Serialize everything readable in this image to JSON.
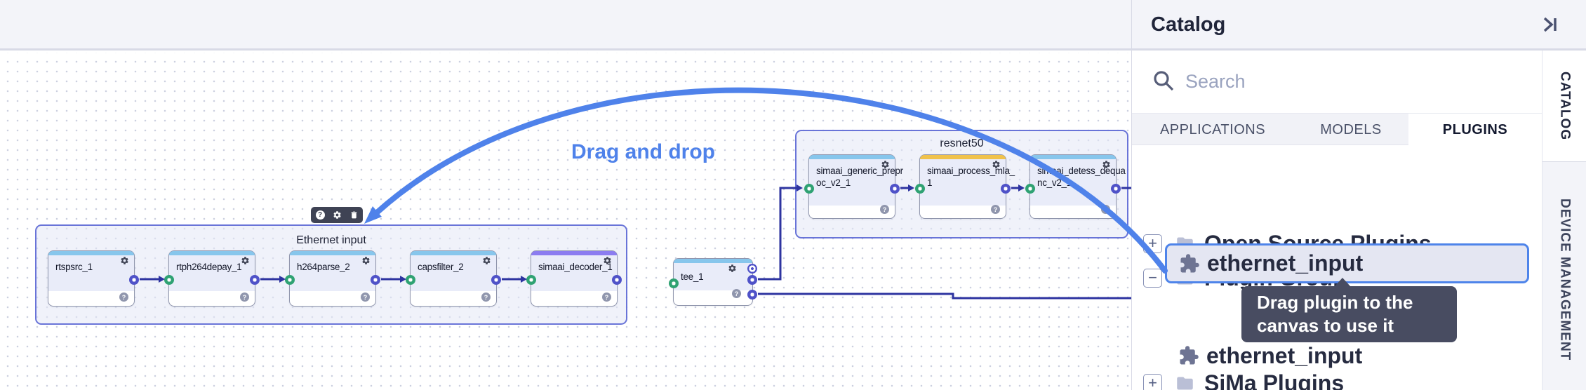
{
  "ui": {
    "help_glyph": "?"
  },
  "canvas": {
    "drag_hint": "Drag and drop",
    "groups": [
      {
        "title": "Ethernet input",
        "nodes": [
          {
            "label": "rtspsrc_1"
          },
          {
            "label": "rtph264depay_1"
          },
          {
            "label": "h264parse_2"
          },
          {
            "label": "capsfilter_2"
          },
          {
            "label": "simaai_decoder_1",
            "accent": "#8b7cf0"
          }
        ]
      },
      {
        "title": "resnet50",
        "nodes": [
          {
            "label_lines": [
              "simaai_generic_prepr",
              "oc_v2_1"
            ]
          },
          {
            "label_lines": [
              "simaai_process_mla_",
              "1"
            ],
            "accent": "#f0c24b"
          },
          {
            "label_lines": [
              "simaai_detess_dequa",
              "nc_v2_1"
            ]
          }
        ]
      }
    ],
    "standalone_nodes": [
      {
        "label": "tee_1"
      }
    ],
    "colors": {
      "edge": "#2e34a0",
      "arrow": "#4f82ea",
      "port_in": "#2fa273",
      "port_out": "#4f52c8"
    }
  },
  "catalog": {
    "title": "Catalog",
    "search_placeholder": "Search",
    "tabs": [
      {
        "label": "APPLICATIONS",
        "active": false
      },
      {
        "label": "MODELS",
        "active": false
      },
      {
        "label": "PLUGINS",
        "active": true
      }
    ],
    "tree": [
      {
        "type": "folder",
        "label": "Open Source Plugins",
        "expander": "+"
      },
      {
        "type": "folder",
        "label": "Plugin Group",
        "expander": "−"
      },
      {
        "type": "plugin",
        "label": "ethernet_input",
        "selected": true
      },
      {
        "type": "plugin",
        "label": "ethernet_input"
      },
      {
        "type": "folder",
        "label": "SiMa Plugins",
        "expander": "+"
      }
    ],
    "tooltip": {
      "line1": "Drag plugin to the",
      "line2": "canvas to use it"
    },
    "side_tabs": [
      {
        "label": "CATALOG",
        "active": true
      },
      {
        "label": "DEVICE MANAGEMENT",
        "active": false
      }
    ]
  }
}
